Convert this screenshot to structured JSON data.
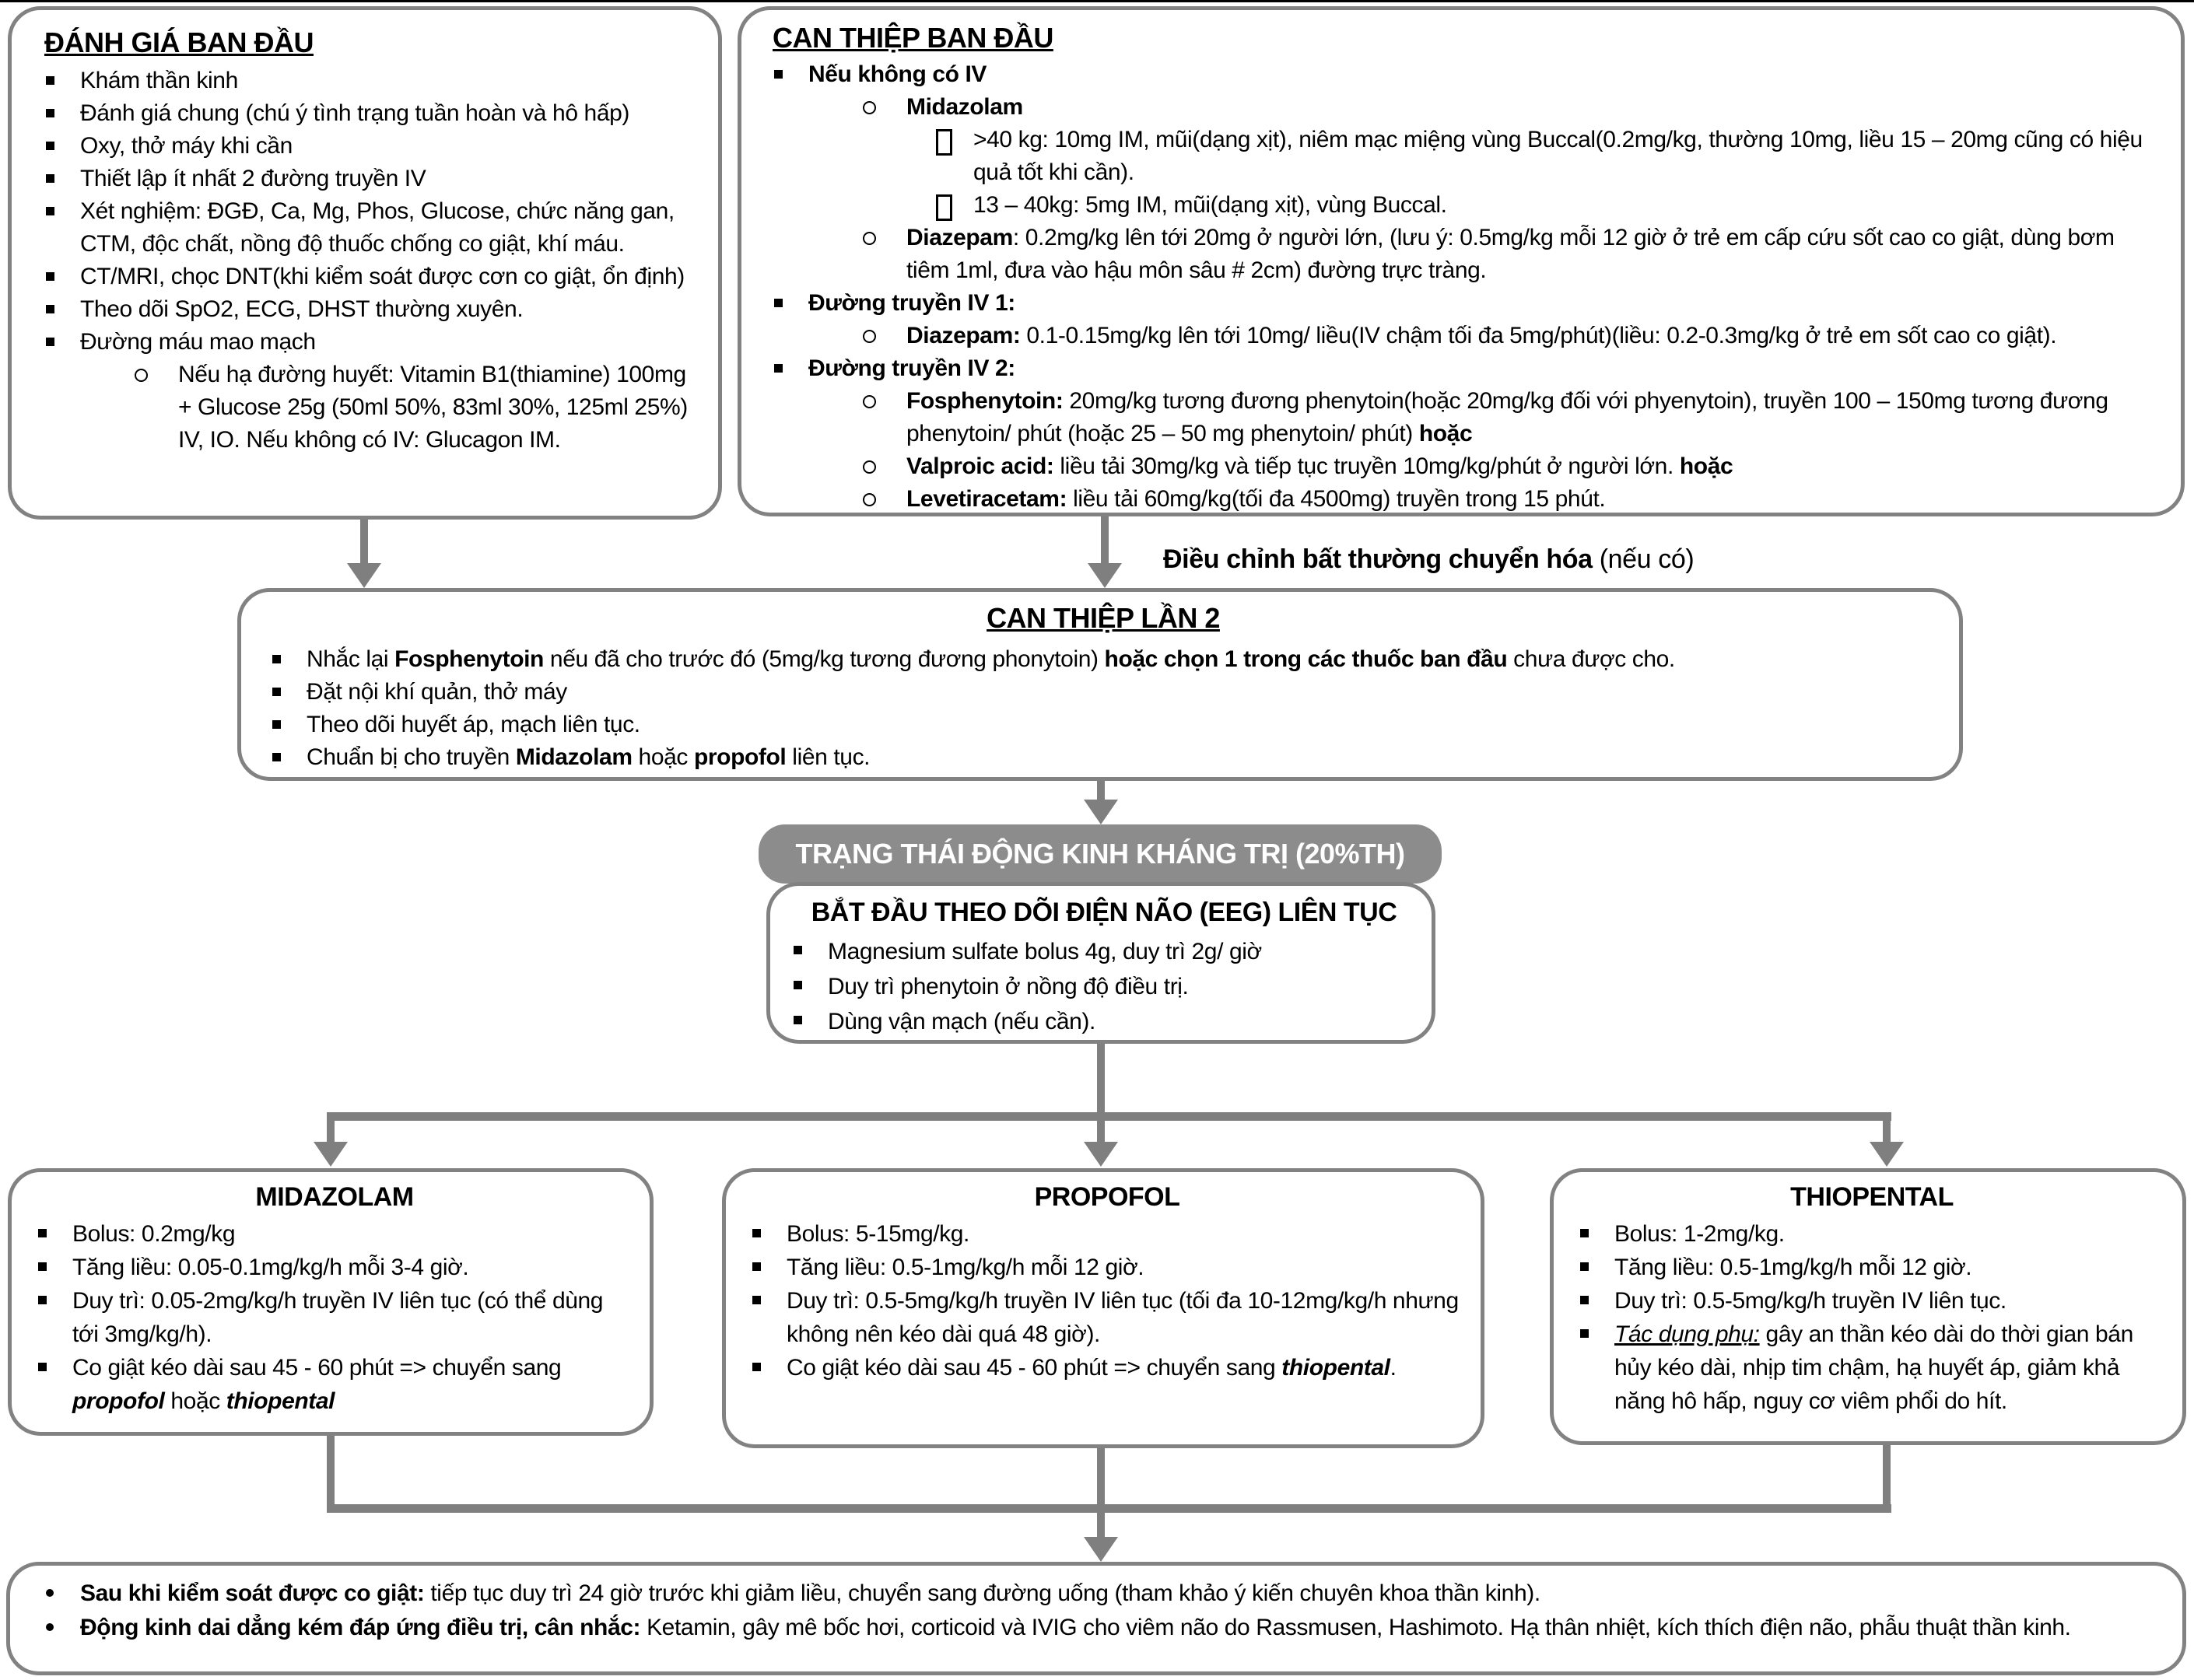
{
  "colors": {
    "line": "#7f7f7f",
    "box_border": "#828282",
    "header_bg": "#8c8c8c",
    "header_text": "#ffffff",
    "text": "#000000",
    "background": "#ffffff"
  },
  "assessment": {
    "title": "ĐÁNH GIÁ BAN ĐẦU",
    "items": [
      {
        "bullet": "square",
        "indent": 0,
        "segments": [
          {
            "t": "Khám thần kinh"
          }
        ]
      },
      {
        "bullet": "square",
        "indent": 0,
        "segments": [
          {
            "t": "Đánh giá chung (chú ý tình trạng tuần hoàn và hô hấp)"
          }
        ]
      },
      {
        "bullet": "square",
        "indent": 0,
        "segments": [
          {
            "t": "Oxy, thở máy khi cần"
          }
        ]
      },
      {
        "bullet": "square",
        "indent": 0,
        "segments": [
          {
            "t": "Thiết lập ít nhất 2 đường truyền IV"
          }
        ]
      },
      {
        "bullet": "square",
        "indent": 0,
        "segments": [
          {
            "t": "Xét nghiệm: ĐGĐ, Ca, Mg, Phos, Glucose, chức năng gan, CTM, độc chất, nồng độ thuốc chống co giật, khí máu."
          }
        ]
      },
      {
        "bullet": "square",
        "indent": 0,
        "segments": [
          {
            "t": "CT/MRI, chọc DNT(khi kiểm soát được cơn co giật, ổn định)"
          }
        ]
      },
      {
        "bullet": "square",
        "indent": 0,
        "segments": [
          {
            "t": "Theo dõi SpO2, ECG, DHST thường xuyên."
          }
        ]
      },
      {
        "bullet": "square",
        "indent": 0,
        "segments": [
          {
            "t": "Đường máu mao mạch"
          }
        ]
      },
      {
        "bullet": "circle",
        "indent": 1,
        "segments": [
          {
            "t": "Nếu hạ đường huyết: Vitamin B1(thiamine) 100mg + Glucose 25g (50ml 50%, 83ml 30%, 125ml 25%) IV, IO. Nếu không có IV: Glucagon IM."
          }
        ]
      }
    ]
  },
  "initial_intervention": {
    "title": "CAN THIỆP BAN ĐẦU",
    "items": [
      {
        "bullet": "square",
        "indent": 0,
        "segments": [
          {
            "t": "Nếu không có IV",
            "b": true
          }
        ]
      },
      {
        "bullet": "circle",
        "indent": 1,
        "segments": [
          {
            "t": "Midazolam",
            "b": true
          }
        ]
      },
      {
        "bullet": "box",
        "indent": 2,
        "segments": [
          {
            "t": ">40 kg: 10mg IM, mũi(dạng xịt), niêm mạc miệng vùng Buccal(0.2mg/kg, thường 10mg, liều 15 – 20mg cũng có hiệu quả tốt khi cần)."
          }
        ]
      },
      {
        "bullet": "box",
        "indent": 2,
        "segments": [
          {
            "t": "13 – 40kg: 5mg IM, mũi(dạng xịt), vùng Buccal."
          }
        ]
      },
      {
        "bullet": "circle",
        "indent": 1,
        "segments": [
          {
            "t": "Diazepam",
            "b": true
          },
          {
            "t": ": 0.2mg/kg lên tới 20mg ở người lớn, (lưu ý: 0.5mg/kg mỗi 12 giờ ở trẻ em cấp cứu sốt cao co giật, dùng bơm tiêm 1ml, đưa vào hậu môn sâu # 2cm) đường trực tràng."
          }
        ]
      },
      {
        "bullet": "square",
        "indent": 0,
        "segments": [
          {
            "t": "Đường truyền IV 1:",
            "b": true
          }
        ]
      },
      {
        "bullet": "circle",
        "indent": 1,
        "segments": [
          {
            "t": "Diazepam:",
            "b": true
          },
          {
            "t": " 0.1-0.15mg/kg lên tới 10mg/ liều(IV chậm tối đa 5mg/phút)(liều: 0.2-0.3mg/kg ở trẻ em sốt cao co giật)."
          }
        ]
      },
      {
        "bullet": "square",
        "indent": 0,
        "segments": [
          {
            "t": "Đường truyền IV 2:",
            "b": true
          }
        ]
      },
      {
        "bullet": "circle",
        "indent": 1,
        "segments": [
          {
            "t": "Fosphenytoin:",
            "b": true
          },
          {
            "t": " 20mg/kg tương đương phenytoin(hoặc 20mg/kg đối với phyenytoin), truyền 100 – 150mg tương đương phenytoin/ phút (hoặc 25 – 50 mg phenytoin/ phút) "
          },
          {
            "t": "hoặc",
            "b": true
          }
        ]
      },
      {
        "bullet": "circle",
        "indent": 1,
        "segments": [
          {
            "t": "Valproic acid:",
            "b": true
          },
          {
            "t": " liều tải 30mg/kg và tiếp tục truyền 10mg/kg/phút ở người lớn. "
          },
          {
            "t": "hoặc",
            "b": true
          }
        ]
      },
      {
        "bullet": "circle",
        "indent": 1,
        "segments": [
          {
            "t": "Levetiracetam:",
            "b": true
          },
          {
            "t": " liều tải 60mg/kg(tối đa 4500mg) truyền trong 15 phút."
          }
        ]
      }
    ]
  },
  "metabolic_adjust_label": {
    "segments": [
      {
        "t": "Điều chỉnh bất thường chuyển hóa ",
        "b": true
      },
      {
        "t": "(nếu có)"
      }
    ]
  },
  "second_intervention": {
    "title": "CAN THIỆP LẦN 2",
    "items": [
      {
        "bullet": "square",
        "indent": 0,
        "segments": [
          {
            "t": "Nhắc lại "
          },
          {
            "t": "Fosphenytoin",
            "b": true
          },
          {
            "t": " nếu đã cho trước đó (5mg/kg tương đương phonytoin) "
          },
          {
            "t": "hoặc chọn 1 trong các thuốc ban đầu",
            "b": true
          },
          {
            "t": " chưa được cho."
          }
        ]
      },
      {
        "bullet": "square",
        "indent": 0,
        "segments": [
          {
            "t": "Đặt nội khí quản, thở máy"
          }
        ]
      },
      {
        "bullet": "square",
        "indent": 0,
        "segments": [
          {
            "t": "Theo dõi huyết áp, mạch liên tục."
          }
        ]
      },
      {
        "bullet": "square",
        "indent": 0,
        "segments": [
          {
            "t": "Chuẩn bị cho truyền "
          },
          {
            "t": "Midazolam",
            "b": true
          },
          {
            "t": " hoặc "
          },
          {
            "t": "propofol",
            "b": true
          },
          {
            "t": " liên tục."
          }
        ]
      }
    ]
  },
  "refractory_status": {
    "title": "TRẠNG THÁI ĐỘNG KINH KHÁNG TRỊ (20%TH)"
  },
  "eeg_monitoring": {
    "title": "BẮT ĐẦU THEO DÕI ĐIỆN NÃO (EEG) LIÊN TỤC",
    "items": [
      {
        "bullet": "square",
        "indent": 0,
        "segments": [
          {
            "t": "Magnesium sulfate bolus 4g, duy trì 2g/ giờ"
          }
        ]
      },
      {
        "bullet": "square",
        "indent": 0,
        "segments": [
          {
            "t": "Duy trì phenytoin ở nồng độ điều trị."
          }
        ]
      },
      {
        "bullet": "square",
        "indent": 0,
        "segments": [
          {
            "t": "Dùng vận mạch (nếu cần)."
          }
        ]
      }
    ]
  },
  "midazolam": {
    "title": "MIDAZOLAM",
    "items": [
      {
        "bullet": "square",
        "indent": 0,
        "segments": [
          {
            "t": "Bolus: 0.2mg/kg"
          }
        ]
      },
      {
        "bullet": "square",
        "indent": 0,
        "segments": [
          {
            "t": "Tăng liều: 0.05-0.1mg/kg/h mỗi 3-4 giờ."
          }
        ]
      },
      {
        "bullet": "square",
        "indent": 0,
        "segments": [
          {
            "t": "Duy trì: 0.05-2mg/kg/h truyền IV liên tục (có thể dùng tới 3mg/kg/h)."
          }
        ]
      },
      {
        "bullet": "square",
        "indent": 0,
        "segments": [
          {
            "t": "Co giật kéo dài sau 45 - 60 phút => chuyển sang "
          },
          {
            "t": "propofol",
            "b": true,
            "i": true
          },
          {
            "t": " hoặc "
          },
          {
            "t": "thiopental",
            "b": true,
            "i": true
          }
        ]
      }
    ]
  },
  "propofol": {
    "title": "PROPOFOL",
    "items": [
      {
        "bullet": "square",
        "indent": 0,
        "segments": [
          {
            "t": "Bolus: 5-15mg/kg."
          }
        ]
      },
      {
        "bullet": "square",
        "indent": 0,
        "segments": [
          {
            "t": "Tăng liều: 0.5-1mg/kg/h mỗi 12 giờ."
          }
        ]
      },
      {
        "bullet": "square",
        "indent": 0,
        "segments": [
          {
            "t": "Duy trì: 0.5-5mg/kg/h truyền IV liên tục (tối đa 10-12mg/kg/h nhưng không nên kéo dài quá 48 giờ)."
          }
        ]
      },
      {
        "bullet": "square",
        "indent": 0,
        "segments": [
          {
            "t": "Co giật kéo dài sau 45 - 60 phút => chuyển sang "
          },
          {
            "t": "thiopental",
            "b": true,
            "i": true
          },
          {
            "t": "."
          }
        ]
      }
    ]
  },
  "thiopental": {
    "title": "THIOPENTAL",
    "items": [
      {
        "bullet": "square",
        "indent": 0,
        "segments": [
          {
            "t": "Bolus: 1-2mg/kg."
          }
        ]
      },
      {
        "bullet": "square",
        "indent": 0,
        "segments": [
          {
            "t": "Tăng liều: 0.5-1mg/kg/h mỗi 12 giờ."
          }
        ]
      },
      {
        "bullet": "square",
        "indent": 0,
        "segments": [
          {
            "t": "Duy trì: 0.5-5mg/kg/h truyền IV liên tục."
          }
        ]
      },
      {
        "bullet": "square",
        "indent": 0,
        "segments": [
          {
            "t": "Tác dụng phụ:",
            "i": true,
            "u": true
          },
          {
            "t": " gây an thần kéo dài do thời gian bán hủy kéo dài, nhịp tim chậm, hạ huyết áp, giảm khả năng hô hấp, nguy cơ viêm phổi do hít."
          }
        ]
      }
    ]
  },
  "outcome": {
    "items": [
      {
        "bullet": "dot",
        "indent": 0,
        "segments": [
          {
            "t": "Sau khi kiểm soát được co giật:",
            "b": true
          },
          {
            "t": " tiếp tục duy trì 24 giờ trước khi giảm liều, chuyển sang đường uống (tham khảo ý kiến chuyên khoa thần kinh)."
          }
        ]
      },
      {
        "bullet": "dot",
        "indent": 0,
        "segments": [
          {
            "t": "Động kinh dai dẳng kém đáp ứng điều trị, cân nhắc:",
            "b": true
          },
          {
            "t": " Ketamin, gây mê bốc hơi, corticoid và IVIG cho viêm não do Rassmusen, Hashimoto. Hạ thân nhiệt, kích thích điện não, phẫu thuật thần kinh."
          }
        ]
      }
    ]
  }
}
